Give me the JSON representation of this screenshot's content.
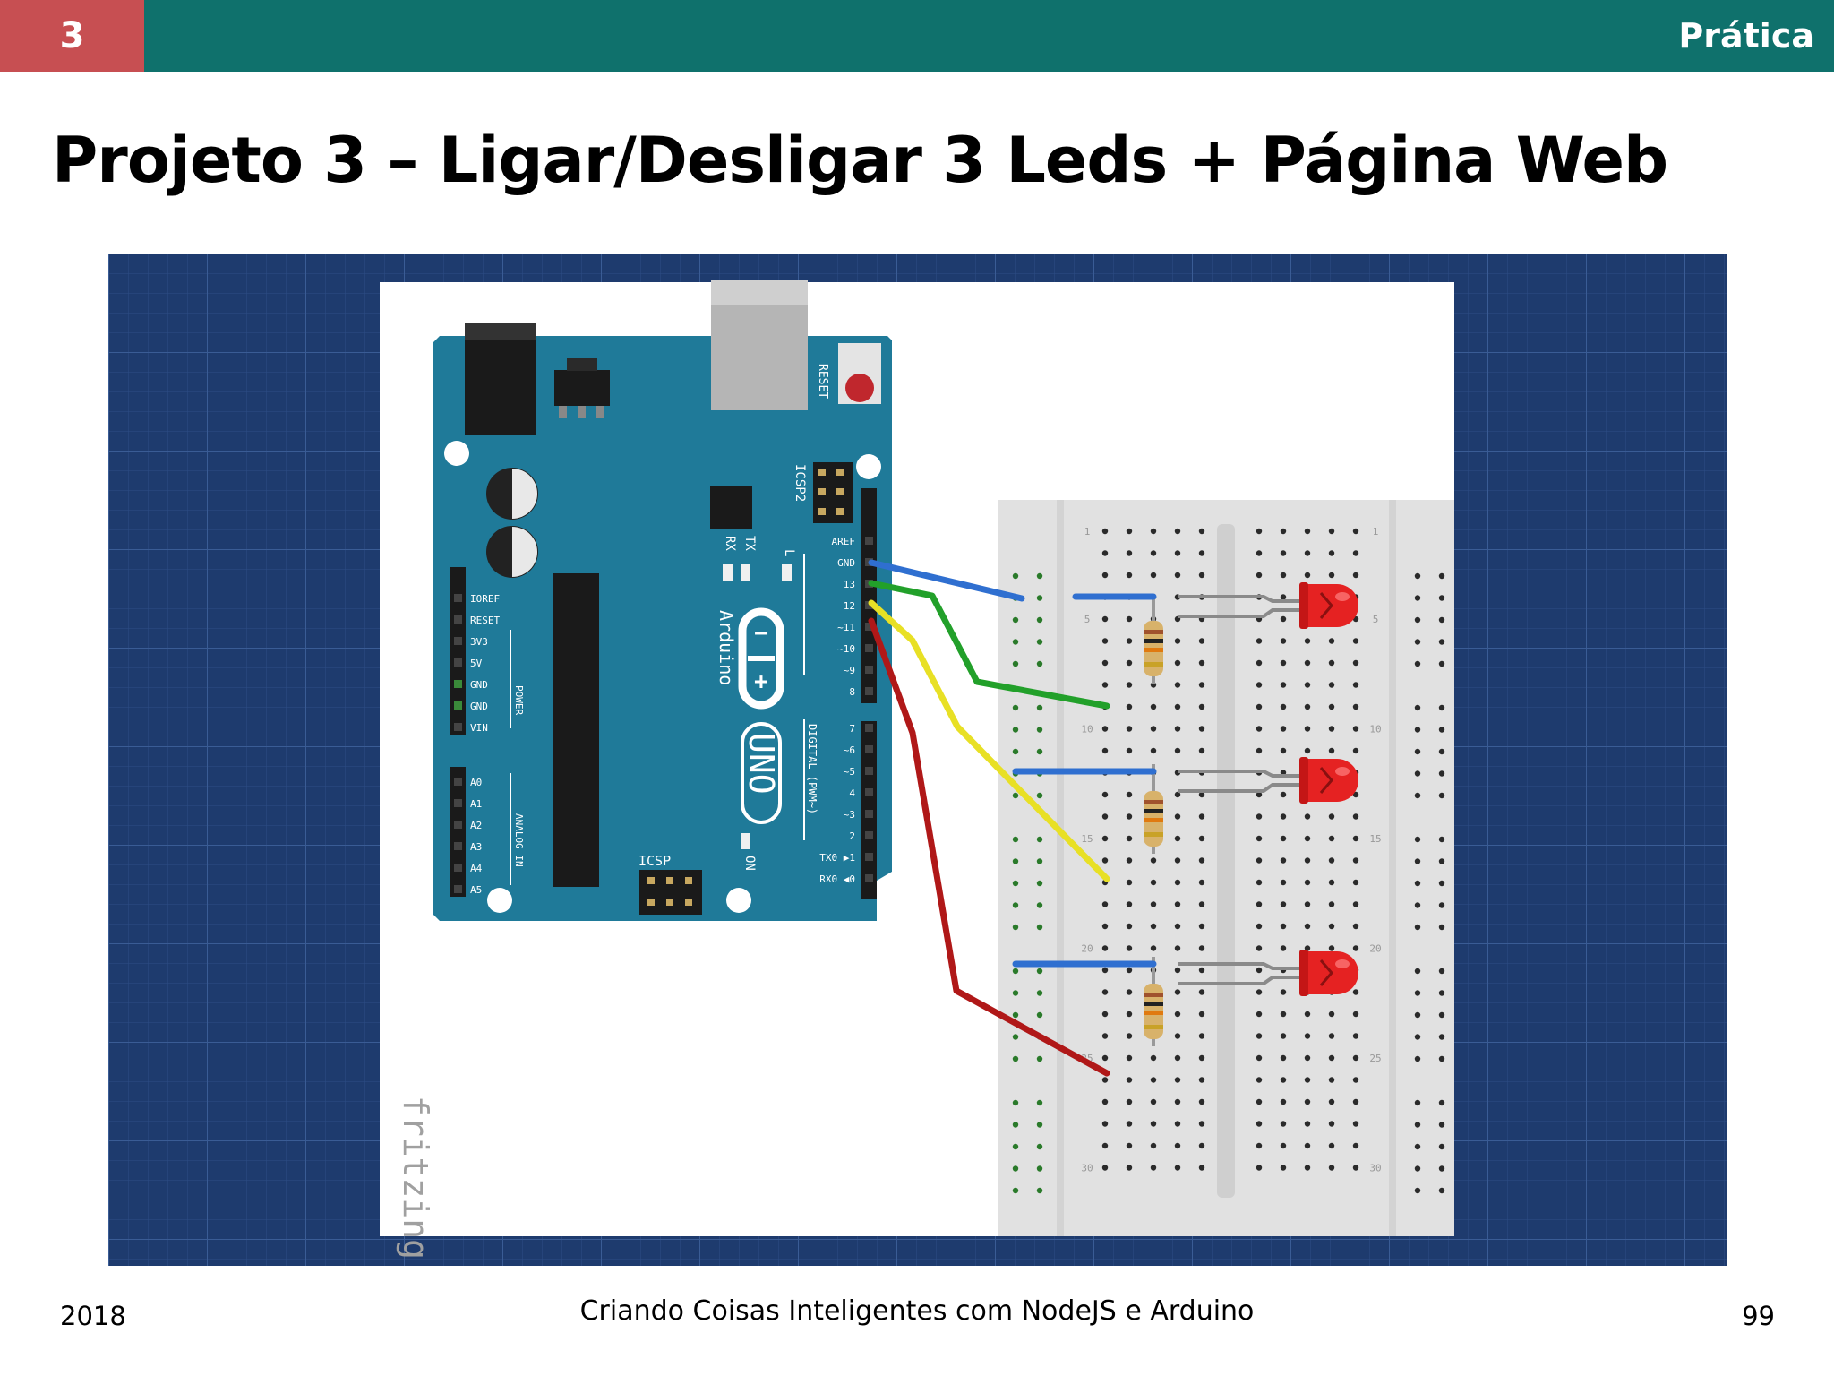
{
  "header": {
    "chapter_number": "3",
    "section_label": "Prática"
  },
  "slide": {
    "title": "Projeto 3 – Ligar/Desligar 3 Leds + Página Web"
  },
  "diagram": {
    "tool_watermark": "fritzing",
    "board": {
      "name": "UNO",
      "brand": "Arduino",
      "reset_label": "RESET",
      "icsp_label": "ICSP",
      "icsp2_label": "ICSP2",
      "on_label": "ON",
      "tx_label": "TX",
      "rx_label": "RX",
      "l_label": "L",
      "power_group": "POWER",
      "analog_group": "ANALOG IN",
      "digital_group": "DIGITAL (PWM~)",
      "power_pins": [
        "IOREF",
        "RESET",
        "3V3",
        "5V",
        "GND",
        "GND",
        "VIN"
      ],
      "analog_pins": [
        "A0",
        "A1",
        "A2",
        "A3",
        "A4",
        "A5"
      ],
      "digital_pins_top": [
        "AREF",
        "GND",
        "13",
        "12",
        "~11",
        "~10",
        "~9",
        "8"
      ],
      "digital_pins_bottom": [
        "7",
        "~6",
        "~5",
        "4",
        "~3",
        "2",
        "TX0 ▶1",
        "RX0 ◀0"
      ]
    },
    "breadboard": {
      "row_numbers": [
        "1",
        "5",
        "10",
        "15",
        "20",
        "25",
        "30"
      ]
    },
    "colors": {
      "background": "#1e3b6e",
      "board": "#1f7a99",
      "wire_blue": "#2f6fd0",
      "wire_green": "#22a02a",
      "wire_yellow": "#e8e025",
      "wire_red": "#b01818",
      "led": "#e52222"
    }
  },
  "footer": {
    "year": "2018",
    "center": "Criando Coisas Inteligentes com NodeJS e Arduino",
    "page": "99"
  }
}
